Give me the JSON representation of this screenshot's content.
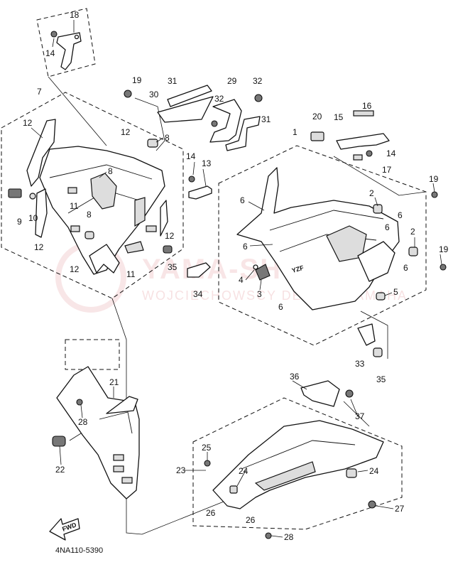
{
  "diagram": {
    "part_code": "4NA110-5390",
    "watermark": {
      "brand": "YAMA-SHOP.PL",
      "dealer": "WOJCIECHOWSCY DEALER YAMAHA"
    },
    "fwd_label": "FWD",
    "callouts": {
      "c18": "18",
      "c14a": "14",
      "c19a": "19",
      "c31a": "31",
      "c30": "30",
      "c29": "29",
      "c32a": "32",
      "c32b": "32",
      "c31b": "31",
      "c7": "7",
      "c12a": "12",
      "c12b": "12",
      "c8a": "8",
      "c8b": "8",
      "c10": "10",
      "c9": "9",
      "c11a": "11",
      "c8c": "8",
      "c12c": "12",
      "c12d": "12",
      "c12e": "12",
      "c11b": "11",
      "c14b": "14",
      "c13": "13",
      "c35a": "35",
      "c34": "34",
      "c20": "20",
      "c15": "15",
      "c16": "16",
      "c1": "1",
      "c14c": "14",
      "c17": "17",
      "c19b": "19",
      "c6a": "6",
      "c2a": "2",
      "c6b": "6",
      "c6c": "6",
      "c2b": "2",
      "c19c": "19",
      "c6d": "6",
      "c4": "4",
      "c3": "3",
      "c6e": "6",
      "c5": "5",
      "c33": "33",
      "c35b": "35",
      "c21": "21",
      "c28a": "28",
      "c22": "22",
      "c36": "36",
      "c37": "37",
      "c23": "23",
      "c25": "25",
      "c24a": "24",
      "c24b": "24",
      "c26a": "26",
      "c26b": "26",
      "c27": "27",
      "c28b": "28"
    }
  }
}
